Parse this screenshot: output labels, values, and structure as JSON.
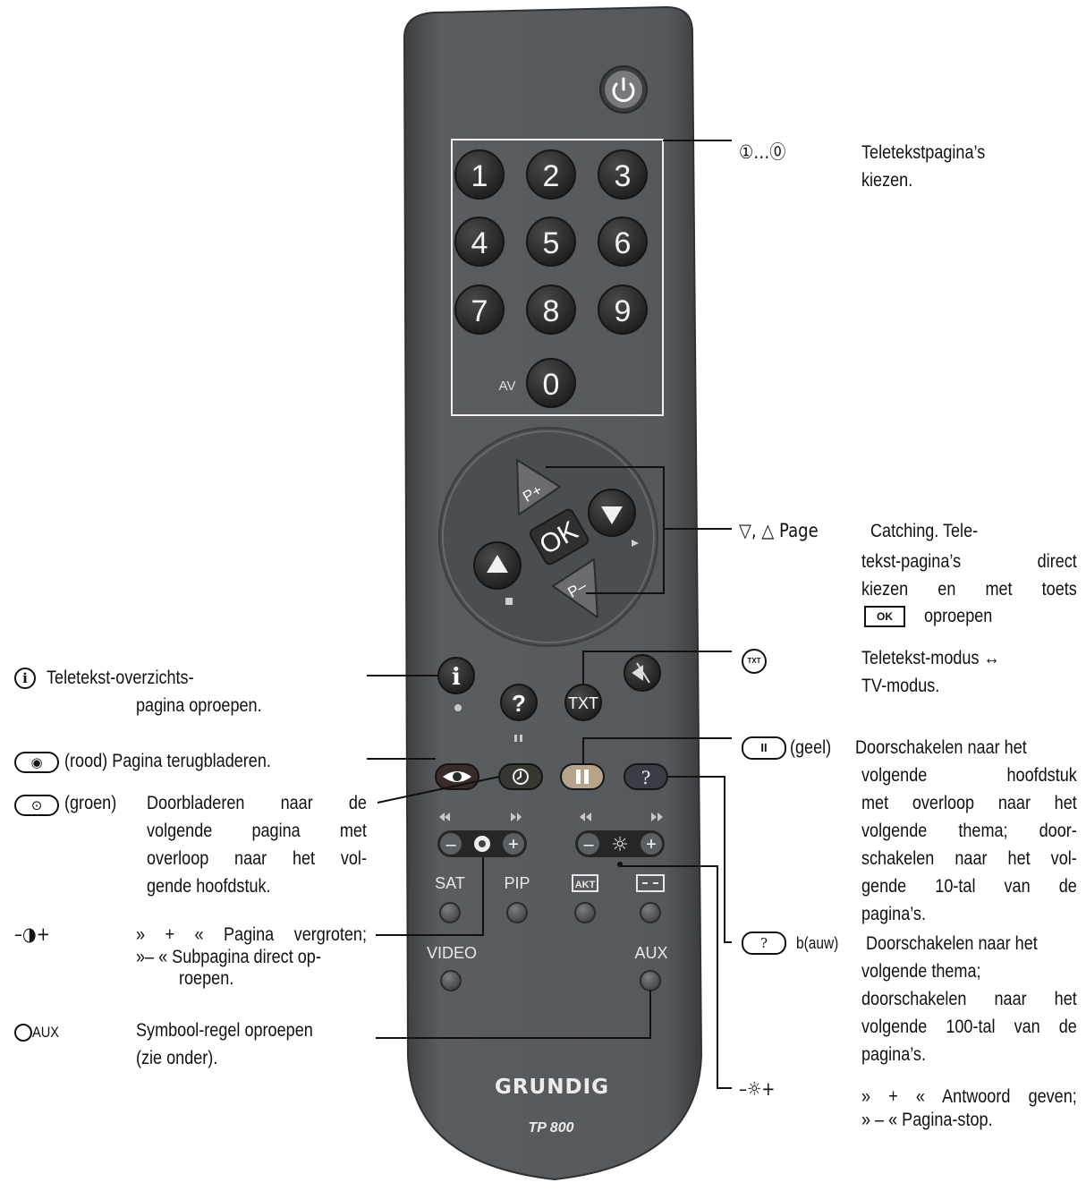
{
  "remote": {
    "brand": "GRUNDIG",
    "model": "TP 800",
    "keypad": [
      "1",
      "2",
      "3",
      "4",
      "5",
      "6",
      "7",
      "8",
      "9"
    ],
    "zero_key": "0",
    "av_label": "AV",
    "ok_label": "OK",
    "p_plus": "P+",
    "p_minus": "P–",
    "info_key": "i",
    "help_key": "?",
    "txt_key": "TXT",
    "minus": "–",
    "plus": "+",
    "sat_label": "SAT",
    "pip_label": "PIP",
    "akt_label": "AKT",
    "video_label": "VIDEO",
    "aux_label": "AUX",
    "colors": {
      "body": "#55585b",
      "button": "#2b2b2b",
      "red": "#d94a55",
      "green": "#7ba56a",
      "yellow": "#c9a35c",
      "blue": "#6a7fa8"
    }
  },
  "annotations": {
    "digits": {
      "symbol": "①…⓪",
      "text": [
        "Teletekstpagina’s",
        "kiezen."
      ]
    },
    "page_catching": {
      "symbol": "▽, △ Page",
      "text": [
        "Catching. Tele-",
        "tekst-pagina’s direct",
        "kiezen en met toets",
        "oproepen"
      ],
      "ok_box": "OK"
    },
    "txt": {
      "symbol": "TXT",
      "text": [
        "Teletekst-modus ↔",
        "TV-modus."
      ]
    },
    "yellow": {
      "symbol": "II",
      "color_label": "(geel)",
      "text": [
        "Doorschakelen naar het",
        "volgende hoofdstuk",
        "met overloop naar het",
        "volgende thema; door-",
        "schakelen naar het vol-",
        "gende 10-tal van de",
        "pagina’s."
      ]
    },
    "blue": {
      "symbol": "?",
      "color_label": "b(auw)",
      "text": [
        "Doorschakelen naar het",
        "volgende thema;",
        "doorschakelen naar het",
        "volgende 100-tal van de",
        "pagina’s."
      ]
    },
    "brightness": {
      "symbol": "–☼+",
      "text": [
        "» + « Antwoord geven;",
        "» – « Pagina-stop."
      ]
    },
    "info": {
      "symbol": "i",
      "text": [
        "Teletekst-overzichts-",
        "pagina oproepen."
      ]
    },
    "red": {
      "symbol": "◉",
      "text": "(rood) Pagina terugbladeren."
    },
    "green": {
      "symbol": "⊙",
      "color_label": "(groen)",
      "text": [
        "Doorbladeren naar de",
        "volgende pagina met",
        "overloop naar het vol-",
        "gende hoofdstuk."
      ]
    },
    "color_adjust": {
      "symbol": "–◑+",
      "text": [
        "» + « Pagina vergroten;",
        "»– « Subpagina direct op-",
        "roepen."
      ]
    },
    "aux": {
      "symbol": "AUX",
      "text": [
        "Symbool-regel oproepen",
        "(zie onder)."
      ]
    }
  }
}
